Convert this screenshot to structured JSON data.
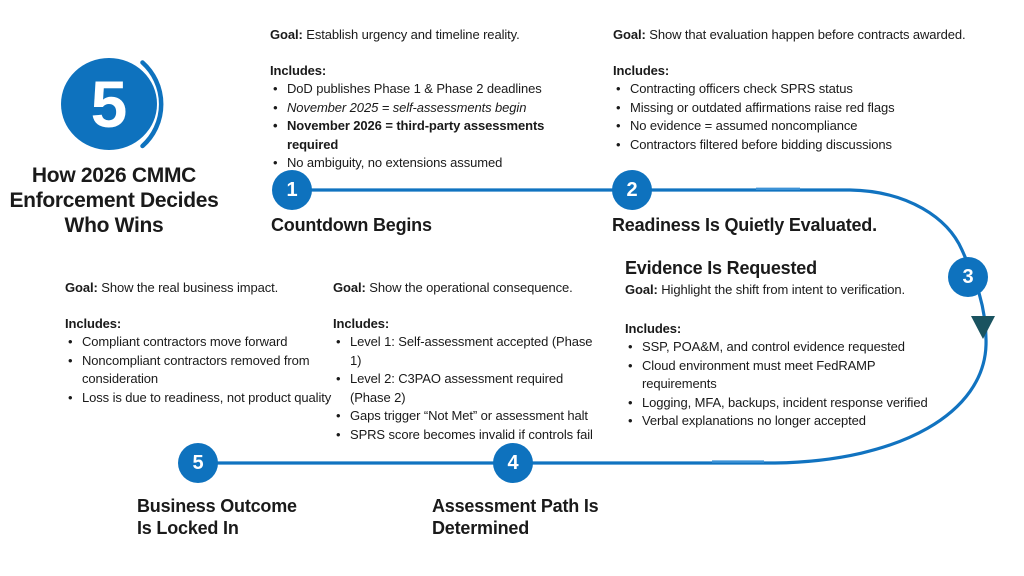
{
  "header": {
    "badge_number": "5",
    "title": "How 2026 CMMC Enforcement Decides Who Wins"
  },
  "labels": {
    "goal": "Goal:",
    "includes": "Includes:"
  },
  "colors": {
    "primary_blue": "#0e72be",
    "line_blue": "#1173c0",
    "line_highlight_blue": "#3c92d6",
    "arrow_teal": "#1a5360",
    "text": "#1a1a1a",
    "background": "#ffffff"
  },
  "steps": [
    {
      "number": "1",
      "title_lines": [
        "Countdown Begins"
      ],
      "goal": "Establish urgency and timeline reality.",
      "bullets": [
        "DoD publishes Phase 1 & Phase 2 deadlines",
        "November 2025 = self-assessments begin",
        "November 2026 = third-party assessments required",
        "No ambiguity, no extensions assumed"
      ]
    },
    {
      "number": "2",
      "title_lines": [
        "Readiness Is Quietly Evaluated."
      ],
      "goal": "Show that evaluation happen before contracts awarded.",
      "bullets": [
        "Contracting officers check SPRS status",
        "Missing or outdated affirmations raise red flags",
        "No evidence = assumed noncompliance",
        "Contractors filtered before bidding discussions"
      ]
    },
    {
      "number": "3",
      "title_lines": [
        "Evidence Is Requested"
      ],
      "goal": "Highlight the shift from intent to verification.",
      "bullets": [
        "SSP, POA&M, and control evidence requested",
        "Cloud environment must meet FedRAMP requirements",
        "Logging, MFA, backups, incident response verified",
        "Verbal explanations no longer accepted"
      ]
    },
    {
      "number": "4",
      "title_lines": [
        "Assessment Path Is",
        "Determined"
      ],
      "goal": "Show the operational consequence.",
      "bullets": [
        "Level 1: Self-assessment accepted (Phase 1)",
        "Level 2: C3PAO assessment required (Phase 2)",
        "Gaps trigger “Not Met” or assessment halt",
        "SPRS score becomes invalid if controls fail"
      ]
    },
    {
      "number": "5",
      "title_lines": [
        "Business Outcome",
        "Is Locked In"
      ],
      "goal": "Show the real business impact.",
      "bullets": [
        "Compliant contractors move forward",
        "Noncompliant contractors removed from consideration",
        "Loss is due to readiness, not product quality"
      ]
    }
  ]
}
